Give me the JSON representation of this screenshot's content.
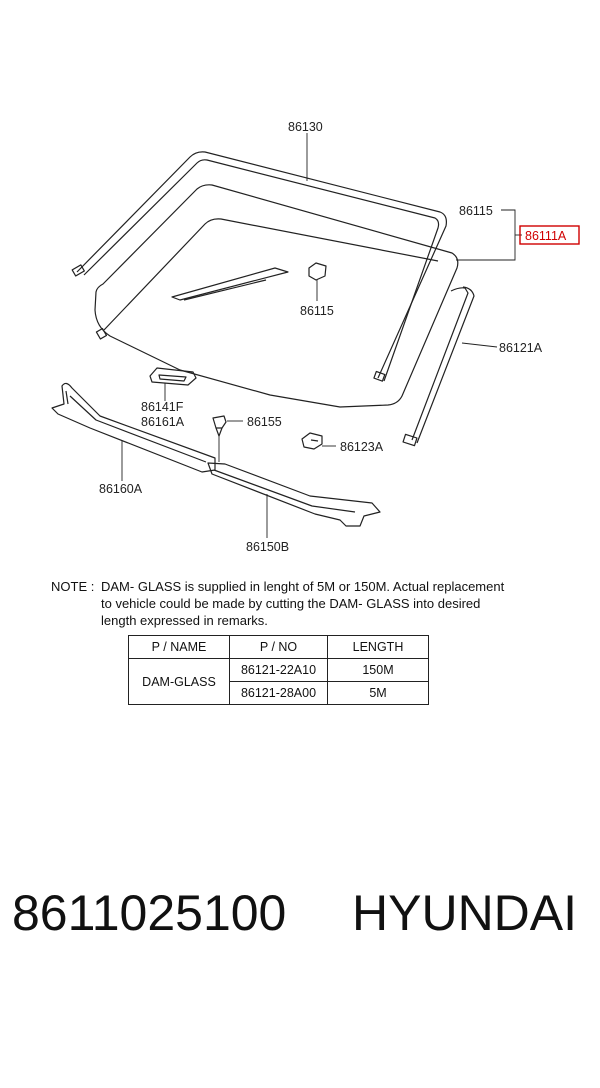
{
  "callouts": {
    "c86130": "86130",
    "c86115_top": "86115",
    "c86111A": "86111A",
    "c86115_mid": "86115",
    "c86121A": "86121A",
    "c86141F": "86141F",
    "c86161A": "86161A",
    "c86155": "86155",
    "c86123A": "86123A",
    "c86160A": "86160A",
    "c86150B": "86150B"
  },
  "highlight_color": "#d00000",
  "note": {
    "label": "NOTE : ",
    "line1": "DAM- GLASS is supplied in lenght of 5M or 150M. Actual replacement",
    "line2": "to vehicle could be made by cutting the DAM- GLASS into desired",
    "line3": "length expressed in remarks."
  },
  "table": {
    "headers": [
      "P / NAME",
      "P / NO",
      "LENGTH"
    ],
    "name": "DAM-GLASS",
    "rows": [
      {
        "pno": "86121-22A10",
        "length": "150M"
      },
      {
        "pno": "86121-28A00",
        "length": "5M"
      }
    ]
  },
  "footer": {
    "part_number": "8611025100",
    "brand": "HYUNDAI"
  }
}
